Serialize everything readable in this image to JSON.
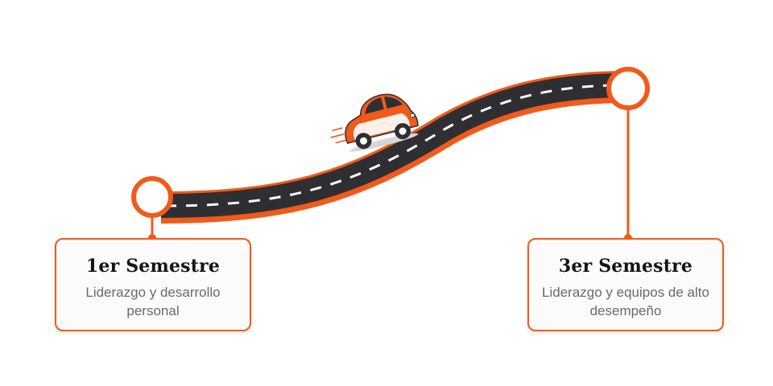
{
  "colors": {
    "accent": "#f05a1a",
    "road": "#2f2f33",
    "road_marking": "#ffffff",
    "title_text": "#151515",
    "desc_text": "#6a6a6a"
  },
  "milestones": [
    {
      "title": "1er Semestre",
      "description": "Liderazgo y desarrollo personal"
    },
    {
      "title": "3er Semestre",
      "description": "Liderazgo y equipos de alto desempeño"
    }
  ]
}
